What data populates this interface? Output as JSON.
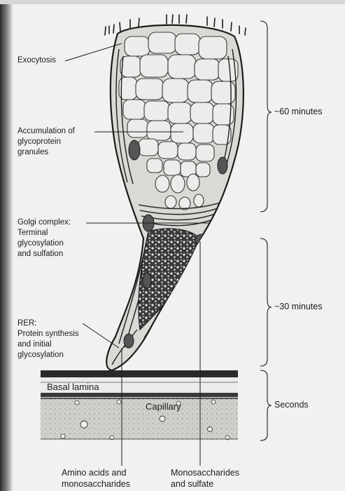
{
  "labels": {
    "exocytosis": "Exocytosis",
    "accumulation": "Accumulation of\nglycoprotein\ngranules",
    "golgi": "Golgi complex:\nTerminal\nglycosylation\nand sulfation",
    "rer": "RER:\nProtein synthesis\nand initial\nglycosylation",
    "basal_lamina": "Basal lamina",
    "capillary": "Capillary",
    "amino_acids": "Amino acids and\nmonosaccharides",
    "monosaccharides": "Monosaccharides\nand sulfate"
  },
  "timescale": {
    "t1": "~60 minutes",
    "t2": "~30 minutes",
    "t3": "Seconds"
  },
  "colors": {
    "ink": "#1c1c1c",
    "paper": "#f1f1ef",
    "cell_fill": "#d9d9d5",
    "granule": "#ececea",
    "golgi_dark": "#2e2e2e",
    "capillary_fill": "#cfcfcb"
  }
}
